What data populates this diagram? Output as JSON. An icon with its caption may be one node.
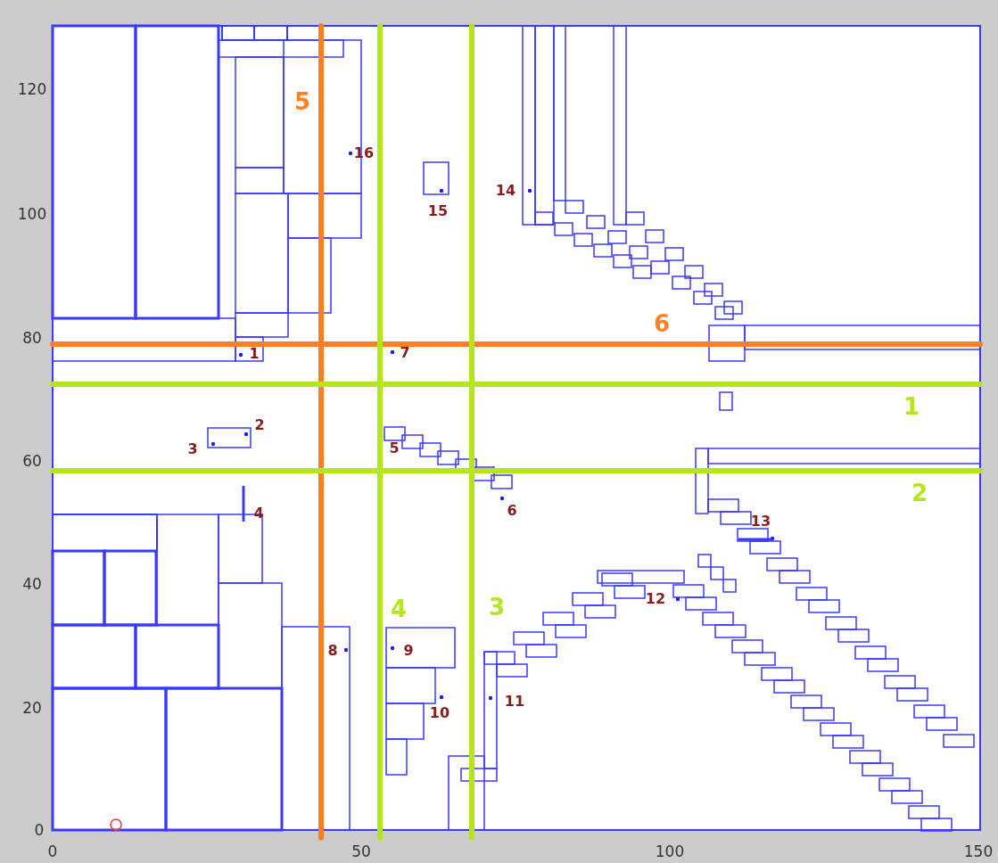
{
  "diagram": {
    "labels": [
      "120",
      "100",
      "80",
      "60",
      "40",
      "20",
      "0",
      "0",
      "50",
      "100",
      "150",
      "5",
      "16",
      "15",
      "14",
      "6",
      "1",
      "7",
      "1",
      "2",
      "3",
      "5",
      "6",
      "13",
      "4",
      "12",
      "8",
      "9",
      "4",
      "3",
      "11",
      "10",
      "2"
    ]
  }
}
